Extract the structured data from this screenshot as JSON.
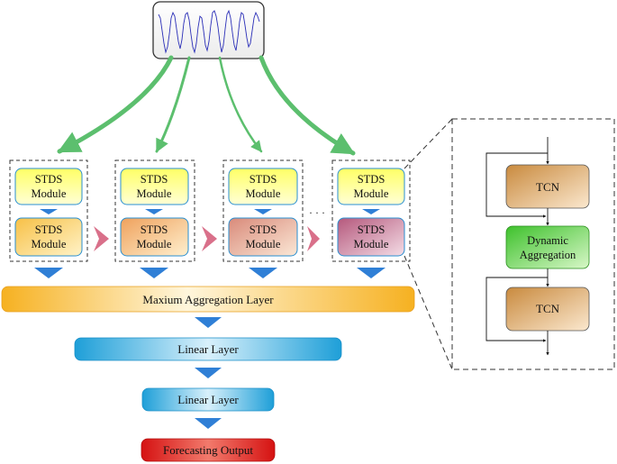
{
  "modules": {
    "top": [
      "STDS Module",
      "STDS Module",
      "STDS Module",
      "STDS Module"
    ],
    "bottom": [
      "STDS Module",
      "STDS Module",
      "STDS Module",
      "STDS Module"
    ],
    "top_lines": [
      [
        "STDS",
        "Module"
      ],
      [
        "STDS",
        "Module"
      ],
      [
        "STDS",
        "Module"
      ],
      [
        "STDS",
        "Module"
      ]
    ],
    "bottom_lines": [
      [
        "STDS",
        "Module"
      ],
      [
        "STDS",
        "Module"
      ],
      [
        "STDS",
        "Module"
      ],
      [
        "STDS",
        "Module"
      ]
    ],
    "ellipsis": "· · ·"
  },
  "layers": {
    "max_agg": "Maxium Aggregation Layer",
    "linear1": "Linear Layer",
    "linear2": "Linear Layer",
    "output": "Forecasting Output"
  },
  "detail": {
    "tcn1": "TCN",
    "dyn_line1": "Dynamic",
    "dyn_line2": "Aggregation",
    "tcn2": "TCN"
  },
  "colors": {
    "module_top_fill": "#ffff66",
    "max_agg_left": "#f7b52a",
    "linear_blue": "#2aa6dc",
    "output_red": "#e02020",
    "dyn_green": "#4ccf3a",
    "tcn_brown": "#d9a15a",
    "arrow_green": "#5cbf6e",
    "arrow_blue": "#2f7fd6",
    "chevron_pink": "#d9708a"
  }
}
